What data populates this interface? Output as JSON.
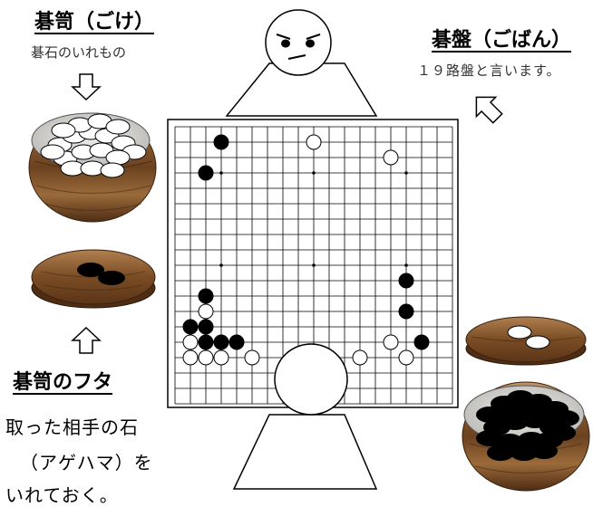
{
  "bowl_label": {
    "title": "碁笥（ごけ）",
    "caption": "碁石のいれもの"
  },
  "board_label": {
    "title": "碁盤（ごばん）",
    "caption": "１９路盤と言います。"
  },
  "lid_label": {
    "title": "碁笥のフタ",
    "lines": [
      "取った相手の石",
      "（アゲハマ）を",
      "いれておく。"
    ]
  },
  "board": {
    "size": 19,
    "star_points": [
      [
        3,
        3
      ],
      [
        3,
        9
      ],
      [
        3,
        15
      ],
      [
        9,
        3
      ],
      [
        9,
        9
      ],
      [
        9,
        15
      ],
      [
        15,
        3
      ],
      [
        15,
        9
      ],
      [
        15,
        15
      ]
    ],
    "black_stones": [
      [
        3,
        1
      ],
      [
        2,
        3
      ],
      [
        2,
        11
      ],
      [
        1,
        13
      ],
      [
        2,
        13
      ],
      [
        2,
        14
      ],
      [
        3,
        14
      ],
      [
        4,
        14
      ],
      [
        15,
        10
      ],
      [
        15,
        12
      ],
      [
        16,
        14
      ]
    ],
    "white_stones": [
      [
        9,
        1
      ],
      [
        14,
        2
      ],
      [
        2,
        12
      ],
      [
        1,
        14
      ],
      [
        1,
        15
      ],
      [
        2,
        15
      ],
      [
        3,
        15
      ],
      [
        5,
        15
      ],
      [
        12,
        15
      ],
      [
        14,
        14
      ],
      [
        15,
        15
      ]
    ]
  },
  "colors": {
    "wood_dark": "#5a3518",
    "wood_mid": "#8a5a2e",
    "wood_light": "#b58655",
    "bowl_inner": "#d8d6d2"
  }
}
